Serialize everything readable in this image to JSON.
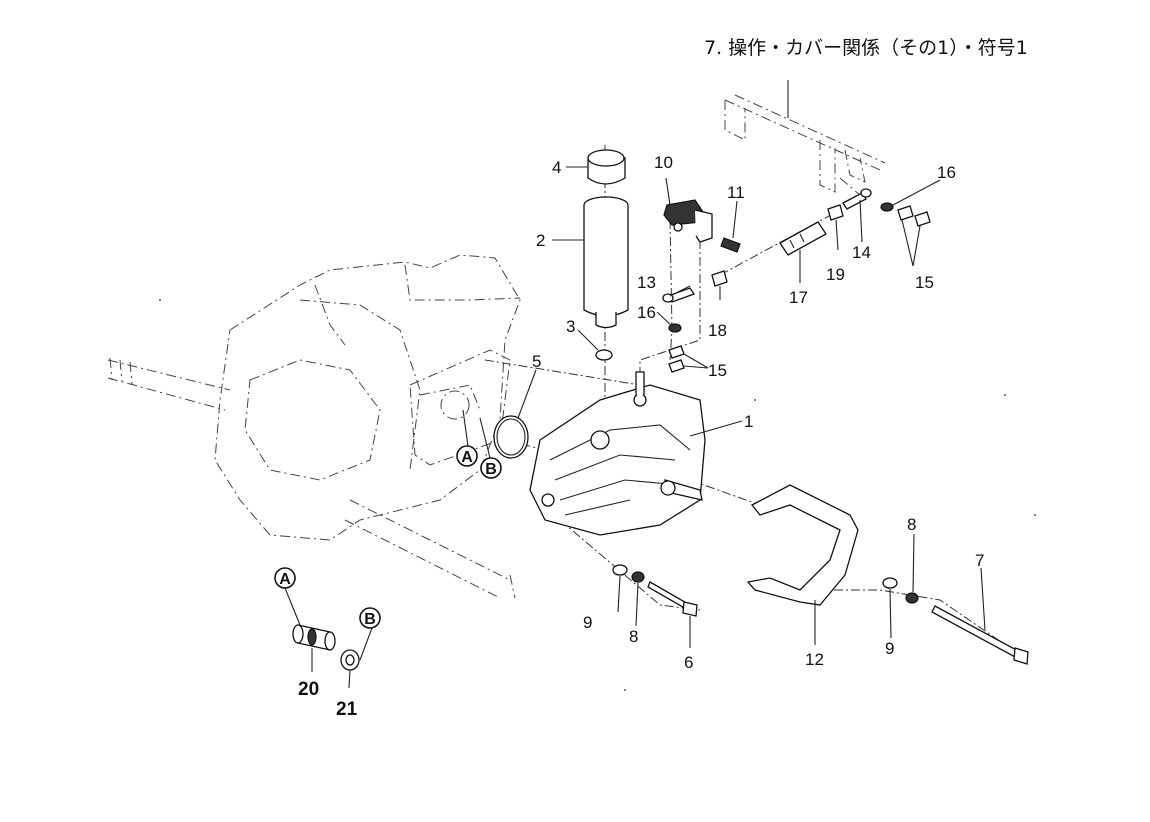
{
  "reference_title": "7. 操作・カバー関係（その1）・符号1",
  "callouts": {
    "c1": "1",
    "c2": "2",
    "c3": "3",
    "c4": "4",
    "c5": "5",
    "c6": "6",
    "c7": "7",
    "c8a": "8",
    "c8b": "8",
    "c9a": "9",
    "c9b": "9",
    "c10": "10",
    "c11": "11",
    "c12": "12",
    "c13": "13",
    "c14": "14",
    "c15a": "15",
    "c15b": "15",
    "c16a": "16",
    "c16b": "16",
    "c17": "17",
    "c18": "18",
    "c19": "19",
    "c20": "20",
    "c21": "21"
  },
  "markers": {
    "a_main": "A",
    "b_main": "B",
    "a_detail": "A",
    "b_detail": "B"
  }
}
